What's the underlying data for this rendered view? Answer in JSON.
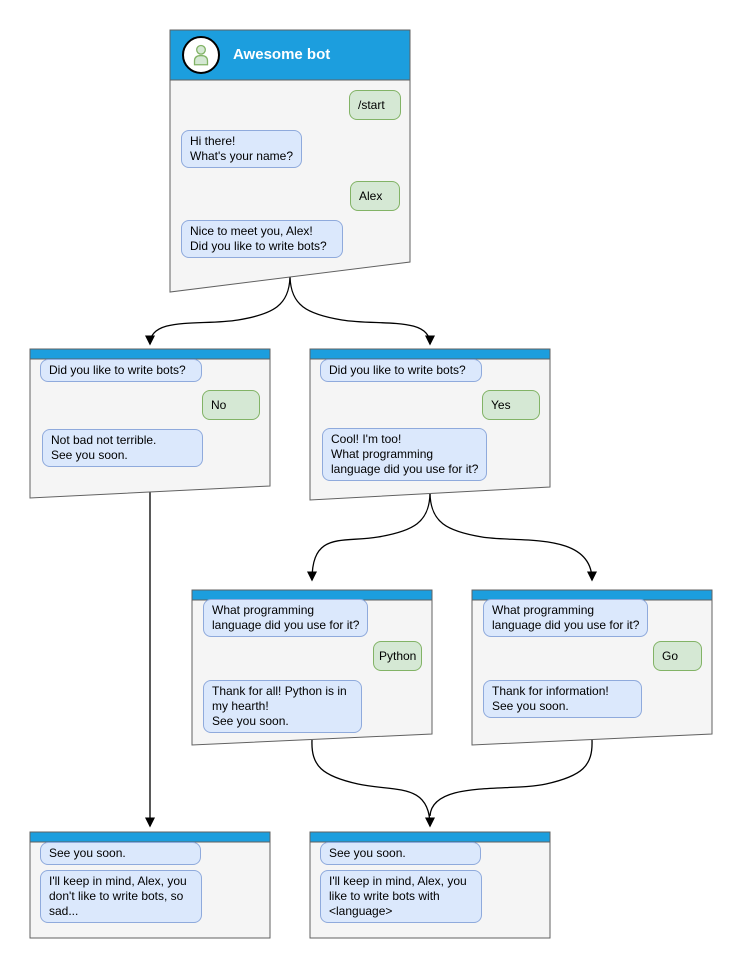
{
  "diagram": {
    "colors": {
      "header_blue": "#1C9EDE",
      "box_fill": "#F5F5F5",
      "box_border": "#616161",
      "bot_bubble_fill": "#DBE8FC",
      "bot_bubble_border": "#8FAADC",
      "user_bubble_fill": "#D5E8D4",
      "user_bubble_border": "#82B366",
      "title_text": "#FFFFFF",
      "connector": "#000000"
    },
    "boxes": {
      "main": {
        "title": "Awesome bot",
        "messages": [
          {
            "from": "user",
            "text": "/start"
          },
          {
            "from": "bot",
            "text": "Hi there!\nWhat's your name?"
          },
          {
            "from": "user",
            "text": "Alex"
          },
          {
            "from": "bot",
            "text": "Nice to meet you, Alex!\nDid you like to write bots?"
          }
        ]
      },
      "no_branch": {
        "messages": [
          {
            "from": "bot",
            "text": "Did you like to write bots?"
          },
          {
            "from": "user",
            "text": "No"
          },
          {
            "from": "bot",
            "text": "Not bad not terrible.\nSee you soon."
          }
        ]
      },
      "yes_branch": {
        "messages": [
          {
            "from": "bot",
            "text": "Did you like to write bots?"
          },
          {
            "from": "user",
            "text": "Yes"
          },
          {
            "from": "bot",
            "text": "Cool! I'm too!\nWhat programming\nlanguage did you use for it?"
          }
        ]
      },
      "python_branch": {
        "messages": [
          {
            "from": "bot",
            "text": "What programming\nlanguage did you use for it?"
          },
          {
            "from": "user",
            "text": "Python"
          },
          {
            "from": "bot",
            "text": "Thank for all! Python is in\nmy hearth!\nSee you soon."
          }
        ]
      },
      "go_branch": {
        "messages": [
          {
            "from": "bot",
            "text": "What programming\nlanguage did you use for it?"
          },
          {
            "from": "user",
            "text": "Go"
          },
          {
            "from": "bot",
            "text": "Thank for information!\nSee you soon."
          }
        ]
      },
      "end_no": {
        "messages": [
          {
            "from": "bot",
            "text": "See you soon."
          },
          {
            "from": "bot",
            "text": "I'll keep in mind, Alex, you\ndon't like to write bots, so\nsad..."
          }
        ]
      },
      "end_yes": {
        "messages": [
          {
            "from": "bot",
            "text": "See you soon."
          },
          {
            "from": "bot",
            "text": "I'll keep in mind, Alex, you\nlike to write bots with\n<language>"
          }
        ]
      }
    },
    "edges": [
      {
        "from": "main",
        "to": "no_branch"
      },
      {
        "from": "main",
        "to": "yes_branch"
      },
      {
        "from": "no_branch",
        "to": "end_no"
      },
      {
        "from": "yes_branch",
        "to": "python_branch"
      },
      {
        "from": "yes_branch",
        "to": "go_branch"
      },
      {
        "from": "python_branch",
        "to": "end_yes"
      },
      {
        "from": "go_branch",
        "to": "end_yes"
      }
    ]
  }
}
